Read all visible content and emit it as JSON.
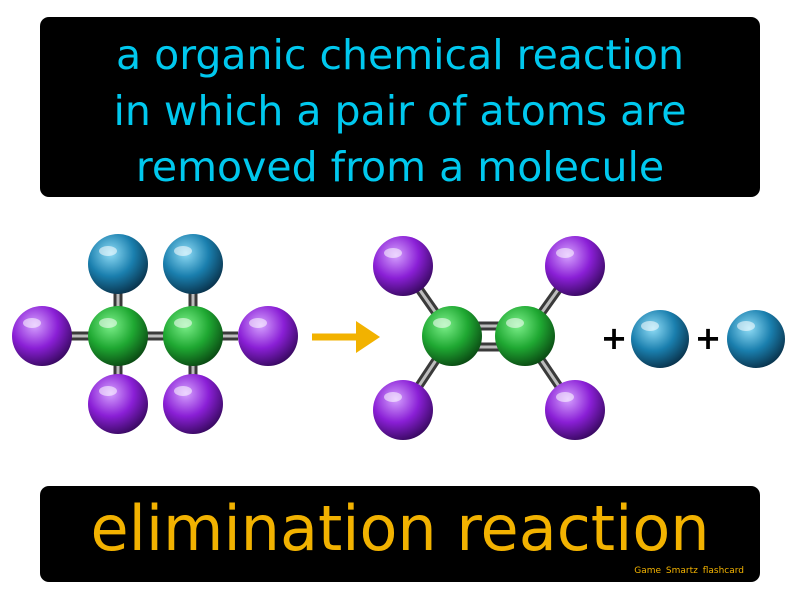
{
  "definition": {
    "lines": [
      "a organic chemical reaction",
      "in which a pair of atoms are",
      "removed from a molecule"
    ]
  },
  "term": "elimination reaction",
  "credit": "Game Smartz flashcard",
  "diagram": {
    "plus_sign": "+",
    "colors": {
      "carbon": "#1fa832",
      "removed_atom": "#1a7fae",
      "substituent": "#8a1fd6",
      "arrow": "#f2b200"
    },
    "reactant": {
      "carbons": 2,
      "removed_atoms": 2,
      "substituents": 4
    },
    "product": {
      "carbons": 2,
      "substituents": 4,
      "double_bond": true
    },
    "released_atoms": 2
  }
}
